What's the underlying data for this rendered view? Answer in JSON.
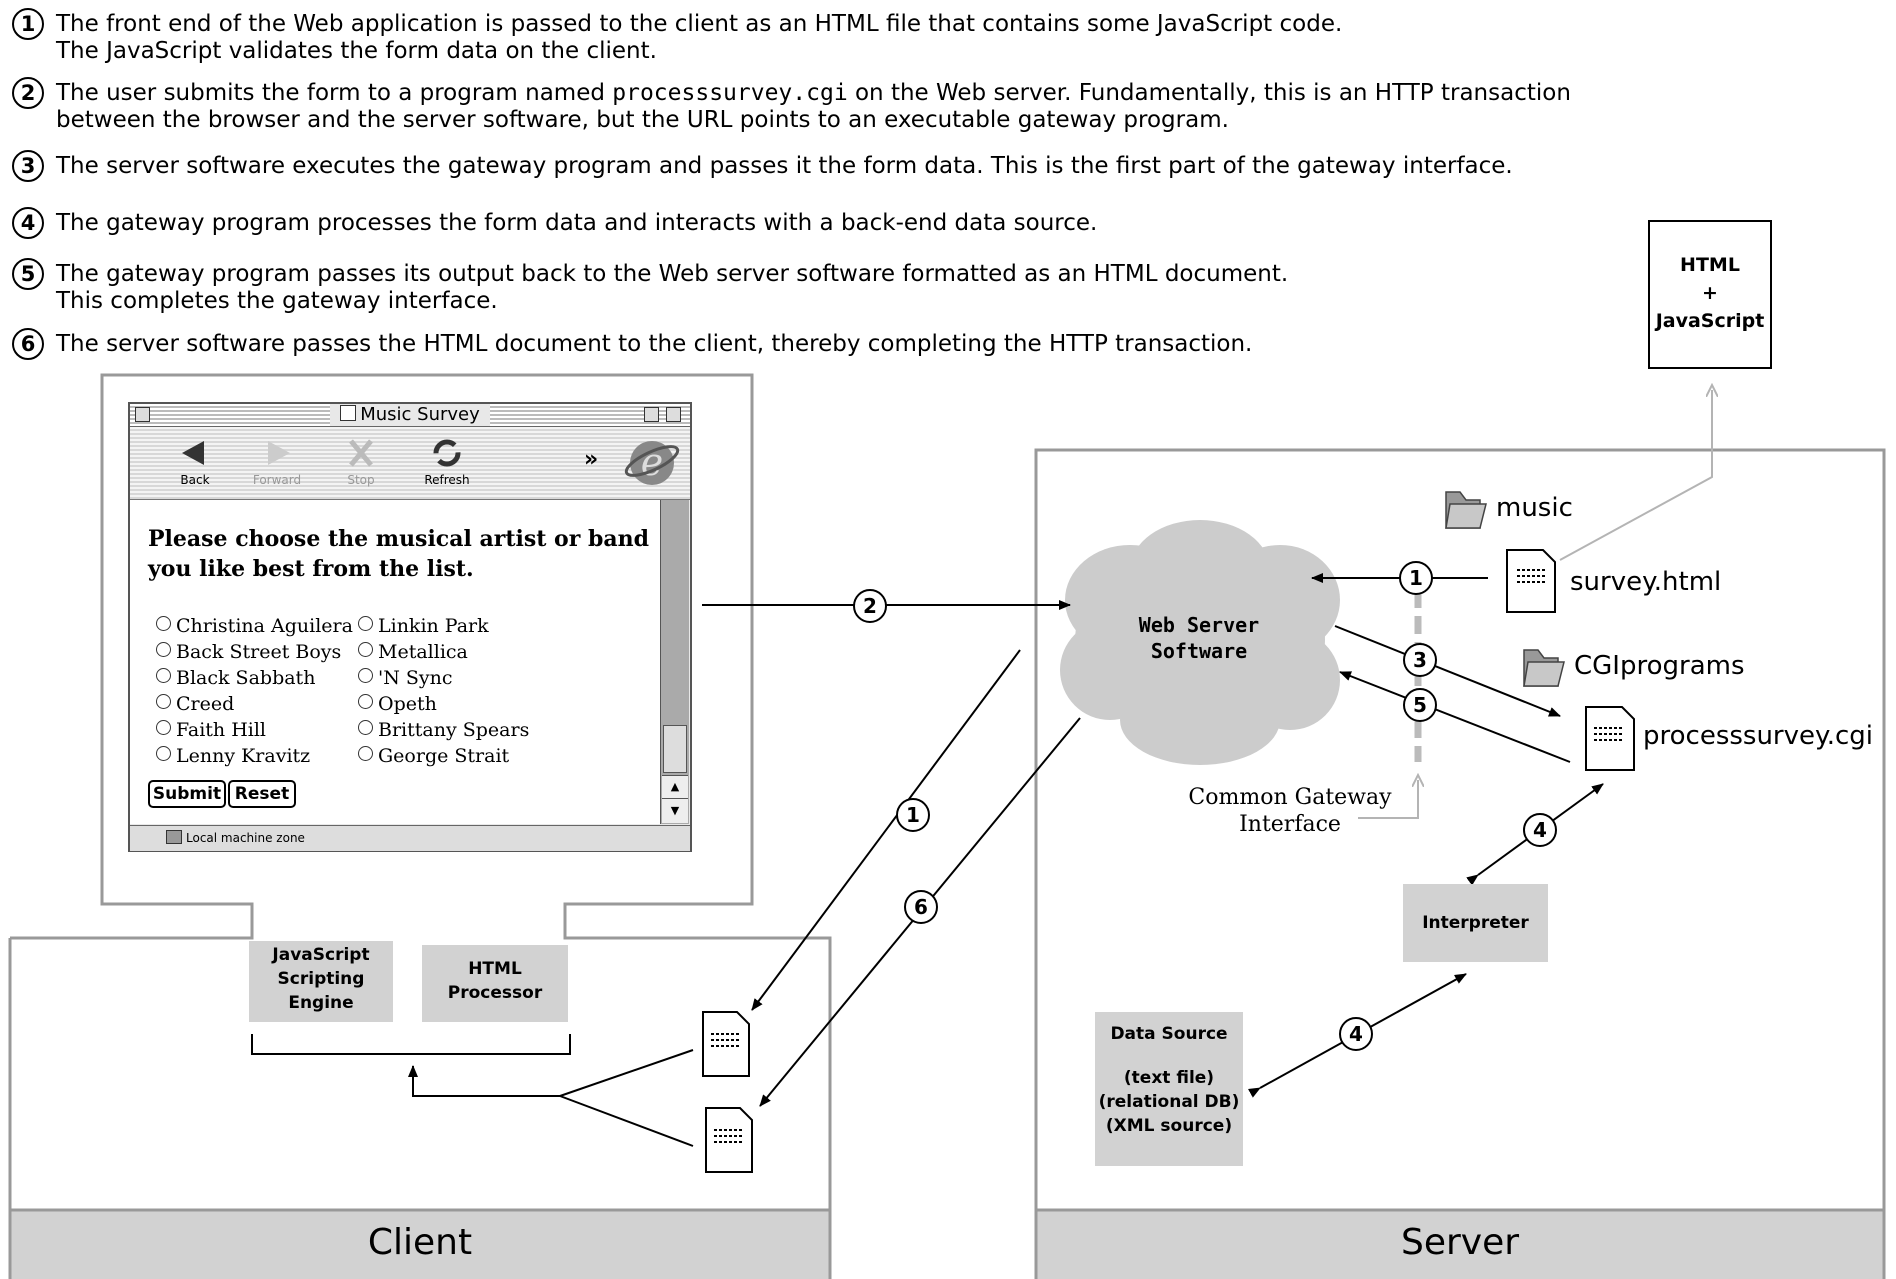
{
  "steps": [
    {
      "num": "1",
      "line1": "The  front  end  of  the  Web  application  is  passed to  the  client  as  an  HTML  file  that  contains  some JavaScript  code.",
      "line2": "The  JavaScript  validates  the form data on the client."
    },
    {
      "num": "2",
      "line1_pre": "The user submits the form to a program named ",
      "line1_code": "processsurvey.cgi",
      "line1_post": " on the Web server. Fundamentally, this is an HTTP transaction",
      "line2": "between the browser and the server software, but the URL points to an executable gateway program."
    },
    {
      "num": "3",
      "line1": "The server software executes the gateway program and passes it the form data.  This is the first part of the gateway interface."
    },
    {
      "num": "4",
      "line1": "The gateway program processes the form data and interacts with a back-end data source."
    },
    {
      "num": "5",
      "line1": "The gateway program passes its output back to the Web server software formatted as an HTML document.",
      "line2": "This completes the gateway interface."
    },
    {
      "num": "6",
      "line1": "The server software passes the HTML document to the client, thereby completing the HTTP transaction."
    }
  ],
  "browser": {
    "title": "Music Survey",
    "nav": {
      "back": "Back",
      "forward": "Forward",
      "stop": "Stop",
      "refresh": "Refresh",
      "more": "»"
    },
    "heading_line1": "Please choose the musical artist or band",
    "heading_line2": "you like best from the list.",
    "options_col1": [
      "Christina Aguilera",
      "Back Street Boys",
      "Black Sabbath",
      "Creed",
      "Faith Hill",
      "Lenny Kravitz"
    ],
    "options_col2": [
      "Linkin Park",
      "Metallica",
      "'N Sync",
      "Opeth",
      "Brittany Spears",
      "George Strait"
    ],
    "submit": "Submit",
    "reset": "Reset",
    "status": "Local machine zone"
  },
  "client": {
    "label": "Client",
    "js_engine": [
      "JavaScript",
      "Scripting",
      "Engine"
    ],
    "html_processor": [
      "HTML",
      "Processor"
    ]
  },
  "server": {
    "label": "Server",
    "web_server": [
      "Web Server",
      "Software"
    ],
    "music_folder": "music",
    "survey_file": "survey.html",
    "cgi_folder": "CGIprograms",
    "cgi_file": "processsurvey.cgi",
    "cgi_interface": [
      "Common Gateway",
      "Interface"
    ],
    "interpreter": "Interpreter",
    "data_source": [
      "Data Source",
      "",
      "(text file)",
      "(relational DB)",
      "(XML source)"
    ]
  },
  "html_js_box": [
    "HTML",
    "+",
    "JavaScript"
  ],
  "arrow_badges": {
    "b1": "1",
    "b2": "2",
    "b3": "3",
    "b5": "5",
    "b1b": "1",
    "b6": "6",
    "b4a": "4",
    "b4b": "4"
  },
  "colors": {
    "box_gray": "#d2d2d2",
    "frame_gray": "#999999",
    "cloud_gray": "#cccccc",
    "arrow_light": "#b4b4b4"
  }
}
